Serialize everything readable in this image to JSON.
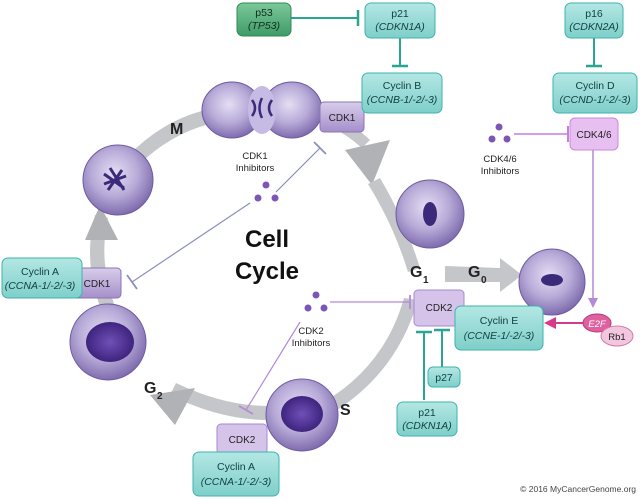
{
  "title": {
    "line1": "Cell",
    "line2": "Cycle"
  },
  "phases": {
    "m": "M",
    "g2": "G",
    "g2_sub": "2",
    "s": "S",
    "g1": "G",
    "g1_sub": "1",
    "g0": "G",
    "g0_sub": "0"
  },
  "genes": {
    "p53": {
      "name": "p53",
      "gene": "(TP53)"
    },
    "p21_top": {
      "name": "p21",
      "gene": "(CDKN1A)"
    },
    "p16": {
      "name": "p16",
      "gene": "(CDKN2A)"
    },
    "cyclin_b": {
      "name": "Cyclin B",
      "gene": "(CCNB-1/-2/-3)"
    },
    "cyclin_d": {
      "name": "Cyclin D",
      "gene": "(CCND-1/-2/-3)"
    },
    "cyclin_a_left": {
      "name": "Cyclin A",
      "gene": "(CCNA-1/-2/-3)"
    },
    "cyclin_a_bottom": {
      "name": "Cyclin A",
      "gene": "(CCNA-1/-2/-3)"
    },
    "cyclin_e": {
      "name": "Cyclin E",
      "gene": "(CCNE-1/-2/-3)"
    },
    "p21_bottom": {
      "name": "p21",
      "gene": "(CDKN1A)"
    },
    "p27": {
      "name": "p27"
    }
  },
  "kinases": {
    "cdk1_top": "CDK1",
    "cdk1_left": "CDK1",
    "cdk2_right": "CDK2",
    "cdk2_bottom": "CDK2",
    "cdk46": "CDK4/6"
  },
  "inhibitors": {
    "cdk1": {
      "line1": "CDK1",
      "line2": "Inhibitors"
    },
    "cdk2": {
      "line1": "CDK2",
      "line2": "Inhibitors"
    },
    "cdk46": {
      "line1": "CDK4/6",
      "line2": "Inhibitors"
    }
  },
  "e2f": {
    "e2f": "E2F",
    "rb1": "Rb1"
  },
  "copyright": "© 2016 MyCancerGenome.org",
  "colors": {
    "teal_box": "#8fd7d3",
    "teal_border": "#3fb3ad",
    "green_box": "#4fb07a",
    "cdk_purple": "#b9a2d6",
    "cdk46_pink": "#e5b6ee",
    "arrow_gray": "#bfc1c4",
    "magenta": "#d63a8a",
    "teal_line": "#2aa58f",
    "lavender_line": "#b48ad8",
    "dot": "#7d55b5"
  }
}
